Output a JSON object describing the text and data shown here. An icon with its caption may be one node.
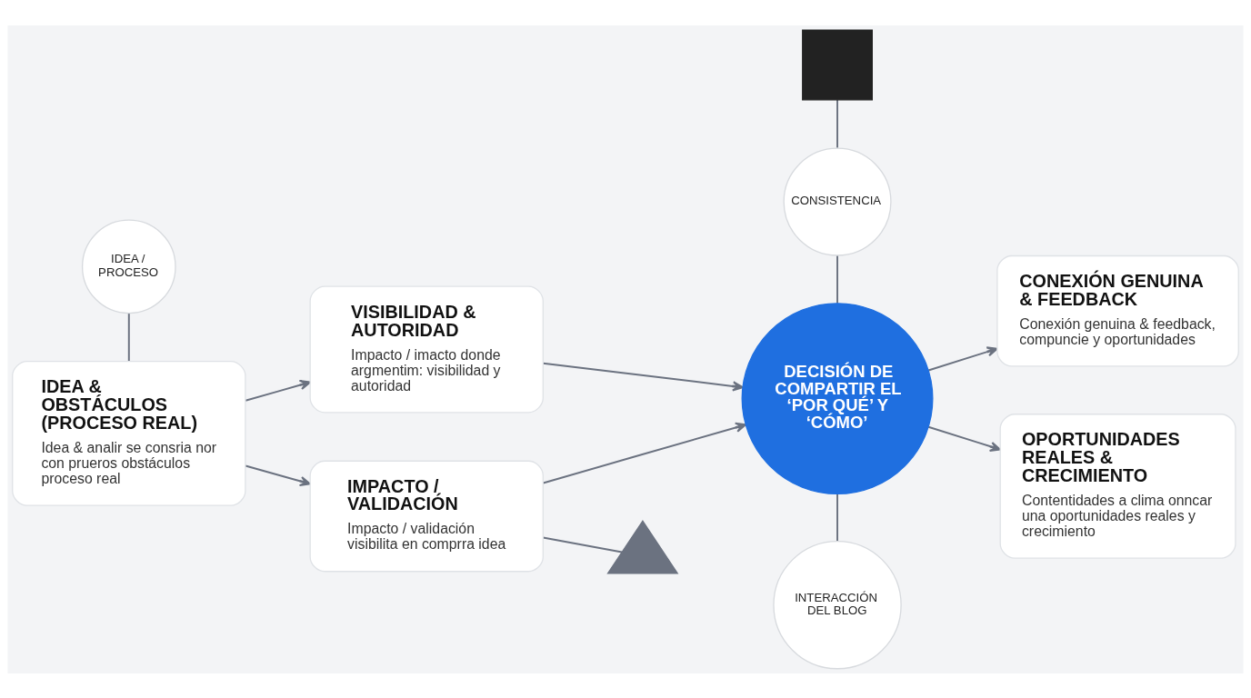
{
  "diagram": {
    "nodes": [
      {
        "text": [
          "IDEA / PROCESO"
        ]
      },
      {
        "text": [
          "IDEA & OBSTÁCULOS (PROCESO REAL)",
          "Idea & analir se consria nor con prueros obstáculos proceso real"
        ]
      },
      {
        "text": [
          "VISIBILIDAD & AUTORIDAD",
          "Impacto / imacto donde argmentim: visibilidad y autoridad"
        ]
      },
      {
        "text": [
          "IMPACTO / VALIDACIÓN",
          "Impacto / validación visibilita en comprra idea"
        ]
      },
      {
        "text": [],
        "shape": "box"
      },
      {
        "text": [
          "CONSISTENCIA"
        ]
      },
      {
        "text": [
          "DECISIÓN DE COMPARTIR EL ‘POR QUÉ’ Y ‘CÓMO’"
        ]
      },
      {
        "text": [
          "INTERACCIÓN DEL BLOG"
        ]
      },
      {
        "text": [],
        "shape": "triangle"
      },
      {
        "text": [
          "CONEXIÓN GENUINA & FEEDBACK",
          "Conexión genuina & feedback, compuncie y oportunidades"
        ]
      },
      {
        "text": [
          "OPORTUNIDADES REALES & CRECIMIENTO",
          "Contentidades a clima onncar una oportunidades reales y crecimiento"
        ]
      }
    ],
    "edges": [
      {
        "from": 0,
        "to": 1,
        "arrow": "none"
      },
      {
        "from": 1,
        "to": 2,
        "arrow": "to"
      },
      {
        "from": 1,
        "to": 3,
        "arrow": "to"
      },
      {
        "from": 2,
        "to": 6,
        "arrow": "to"
      },
      {
        "from": 3,
        "to": 6,
        "arrow": "to"
      },
      {
        "from": 3,
        "to": 8,
        "arrow": "none"
      },
      {
        "from": 4,
        "to": 5,
        "arrow": "none"
      },
      {
        "from": 5,
        "to": 6,
        "arrow": "none"
      },
      {
        "from": 6,
        "to": 7,
        "arrow": "none"
      },
      {
        "from": 6,
        "to": 9,
        "arrow": "to"
      },
      {
        "from": 6,
        "to": 10,
        "arrow": "to"
      }
    ]
  }
}
